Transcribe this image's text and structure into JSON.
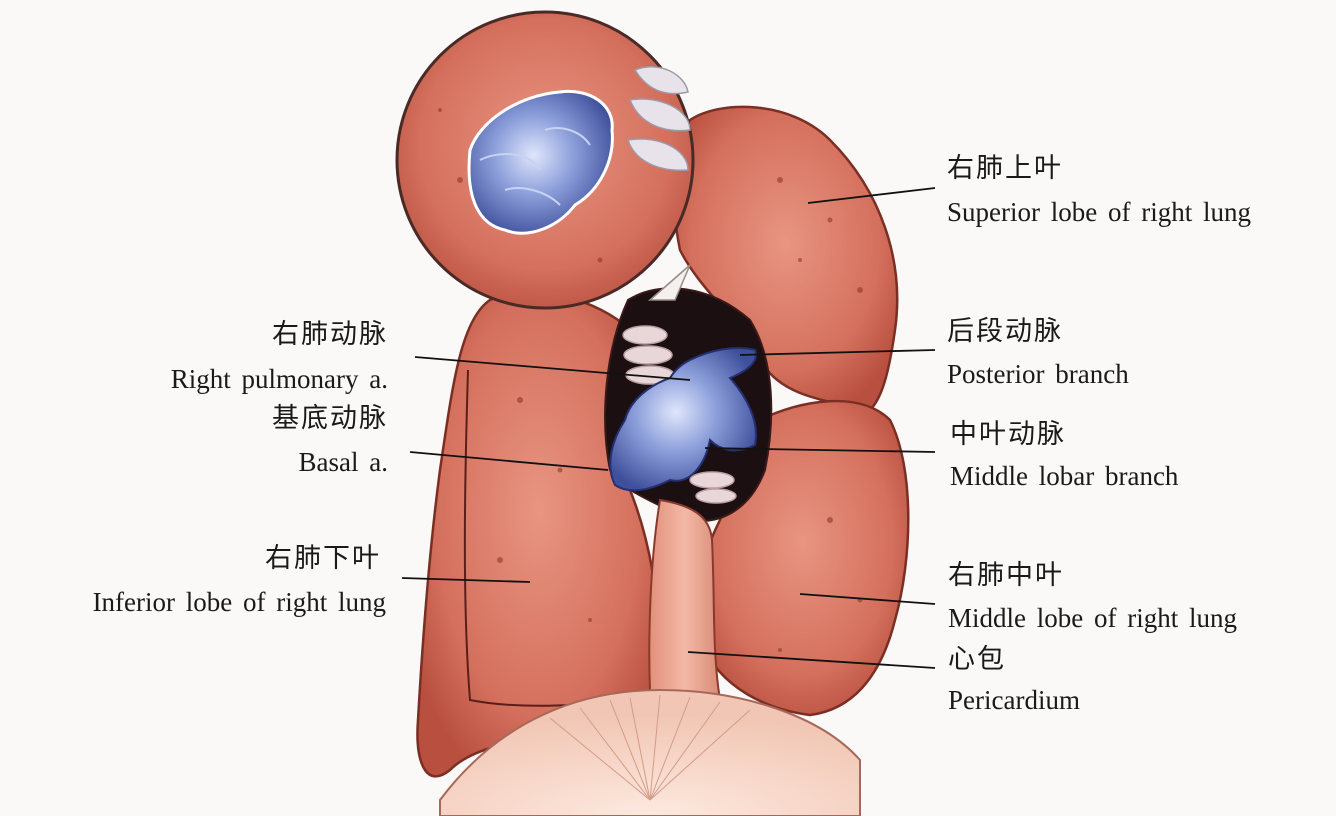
{
  "labels": {
    "superior_lobe": {
      "zh": "右肺上叶",
      "en": "Superior lobe of right lung"
    },
    "posterior_branch": {
      "zh": "后段动脉",
      "en": "Posterior branch"
    },
    "middle_lobar_branch": {
      "zh": "中叶动脉",
      "en": "Middle lobar branch"
    },
    "middle_lobe": {
      "zh": "右肺中叶",
      "en": "Middle lobe of right lung"
    },
    "pericardium": {
      "zh": "心包",
      "en": "Pericardium"
    },
    "right_pulmonary": {
      "zh": "右肺动脉",
      "en": "Right pulmonary a."
    },
    "basal": {
      "zh": "基底动脉",
      "en": "Basal a."
    },
    "inferior_lobe": {
      "zh": "右肺下叶",
      "en": "Inferior lobe of right lung"
    }
  },
  "colors": {
    "lung": "#dc7a66",
    "lung_dark": "#a8463a",
    "artery": "#6f83c8",
    "pericardium": "#e9a48f",
    "diaphragm": "#f6d9cc",
    "background": "#fbf9f7"
  }
}
